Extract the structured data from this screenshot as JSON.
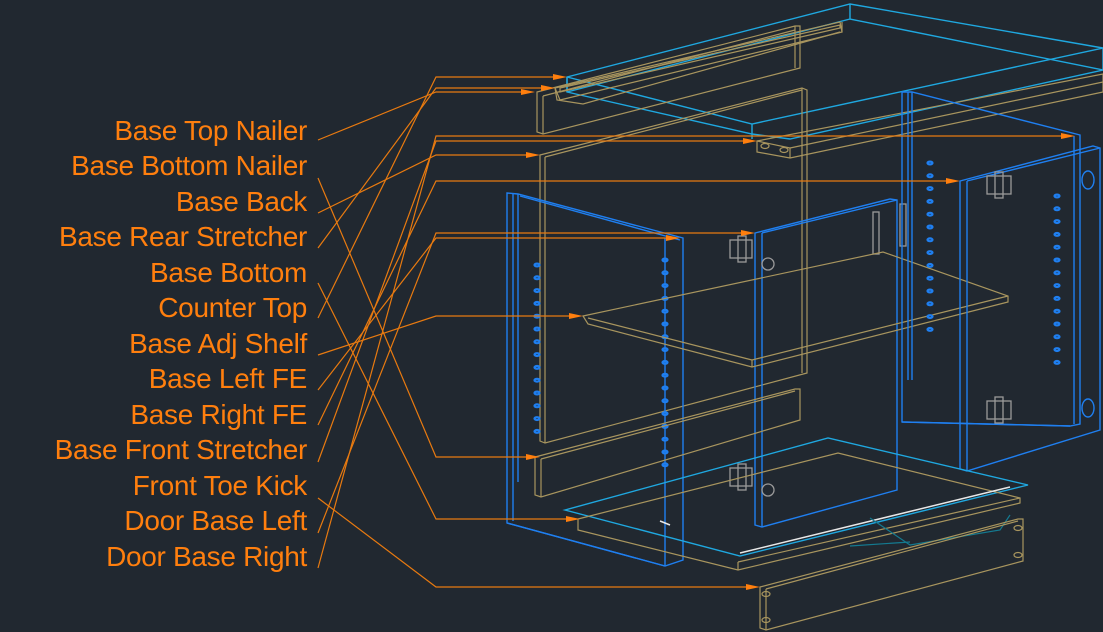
{
  "drawing": {
    "title": "Base cabinet exploded assembly",
    "colors": {
      "background": "#212830",
      "label": "#ff7f0e",
      "leader": "#e87a10",
      "wood_parts": "#a8955e",
      "panel_parts": "#1f7ff0",
      "counter_top": "#1fa8e0",
      "hardware": "#9a9a9a"
    },
    "labels": [
      {
        "id": "base-top-nailer",
        "text": "Base Top Nailer"
      },
      {
        "id": "base-bottom-nailer",
        "text": "Base Bottom Nailer"
      },
      {
        "id": "base-back",
        "text": "Base Back"
      },
      {
        "id": "base-rear-stretcher",
        "text": "Base Rear Stretcher"
      },
      {
        "id": "base-bottom",
        "text": "Base Bottom"
      },
      {
        "id": "counter-top",
        "text": "Counter Top"
      },
      {
        "id": "base-adj-shelf",
        "text": "Base Adj Shelf"
      },
      {
        "id": "base-left-fe",
        "text": "Base Left FE"
      },
      {
        "id": "base-right-fe",
        "text": "Base Right FE"
      },
      {
        "id": "base-front-stretcher",
        "text": "Base Front Stretcher"
      },
      {
        "id": "front-toe-kick",
        "text": "Front Toe Kick"
      },
      {
        "id": "door-base-left",
        "text": "Door Base Left"
      },
      {
        "id": "door-base-right",
        "text": "Door Base Right"
      }
    ]
  }
}
